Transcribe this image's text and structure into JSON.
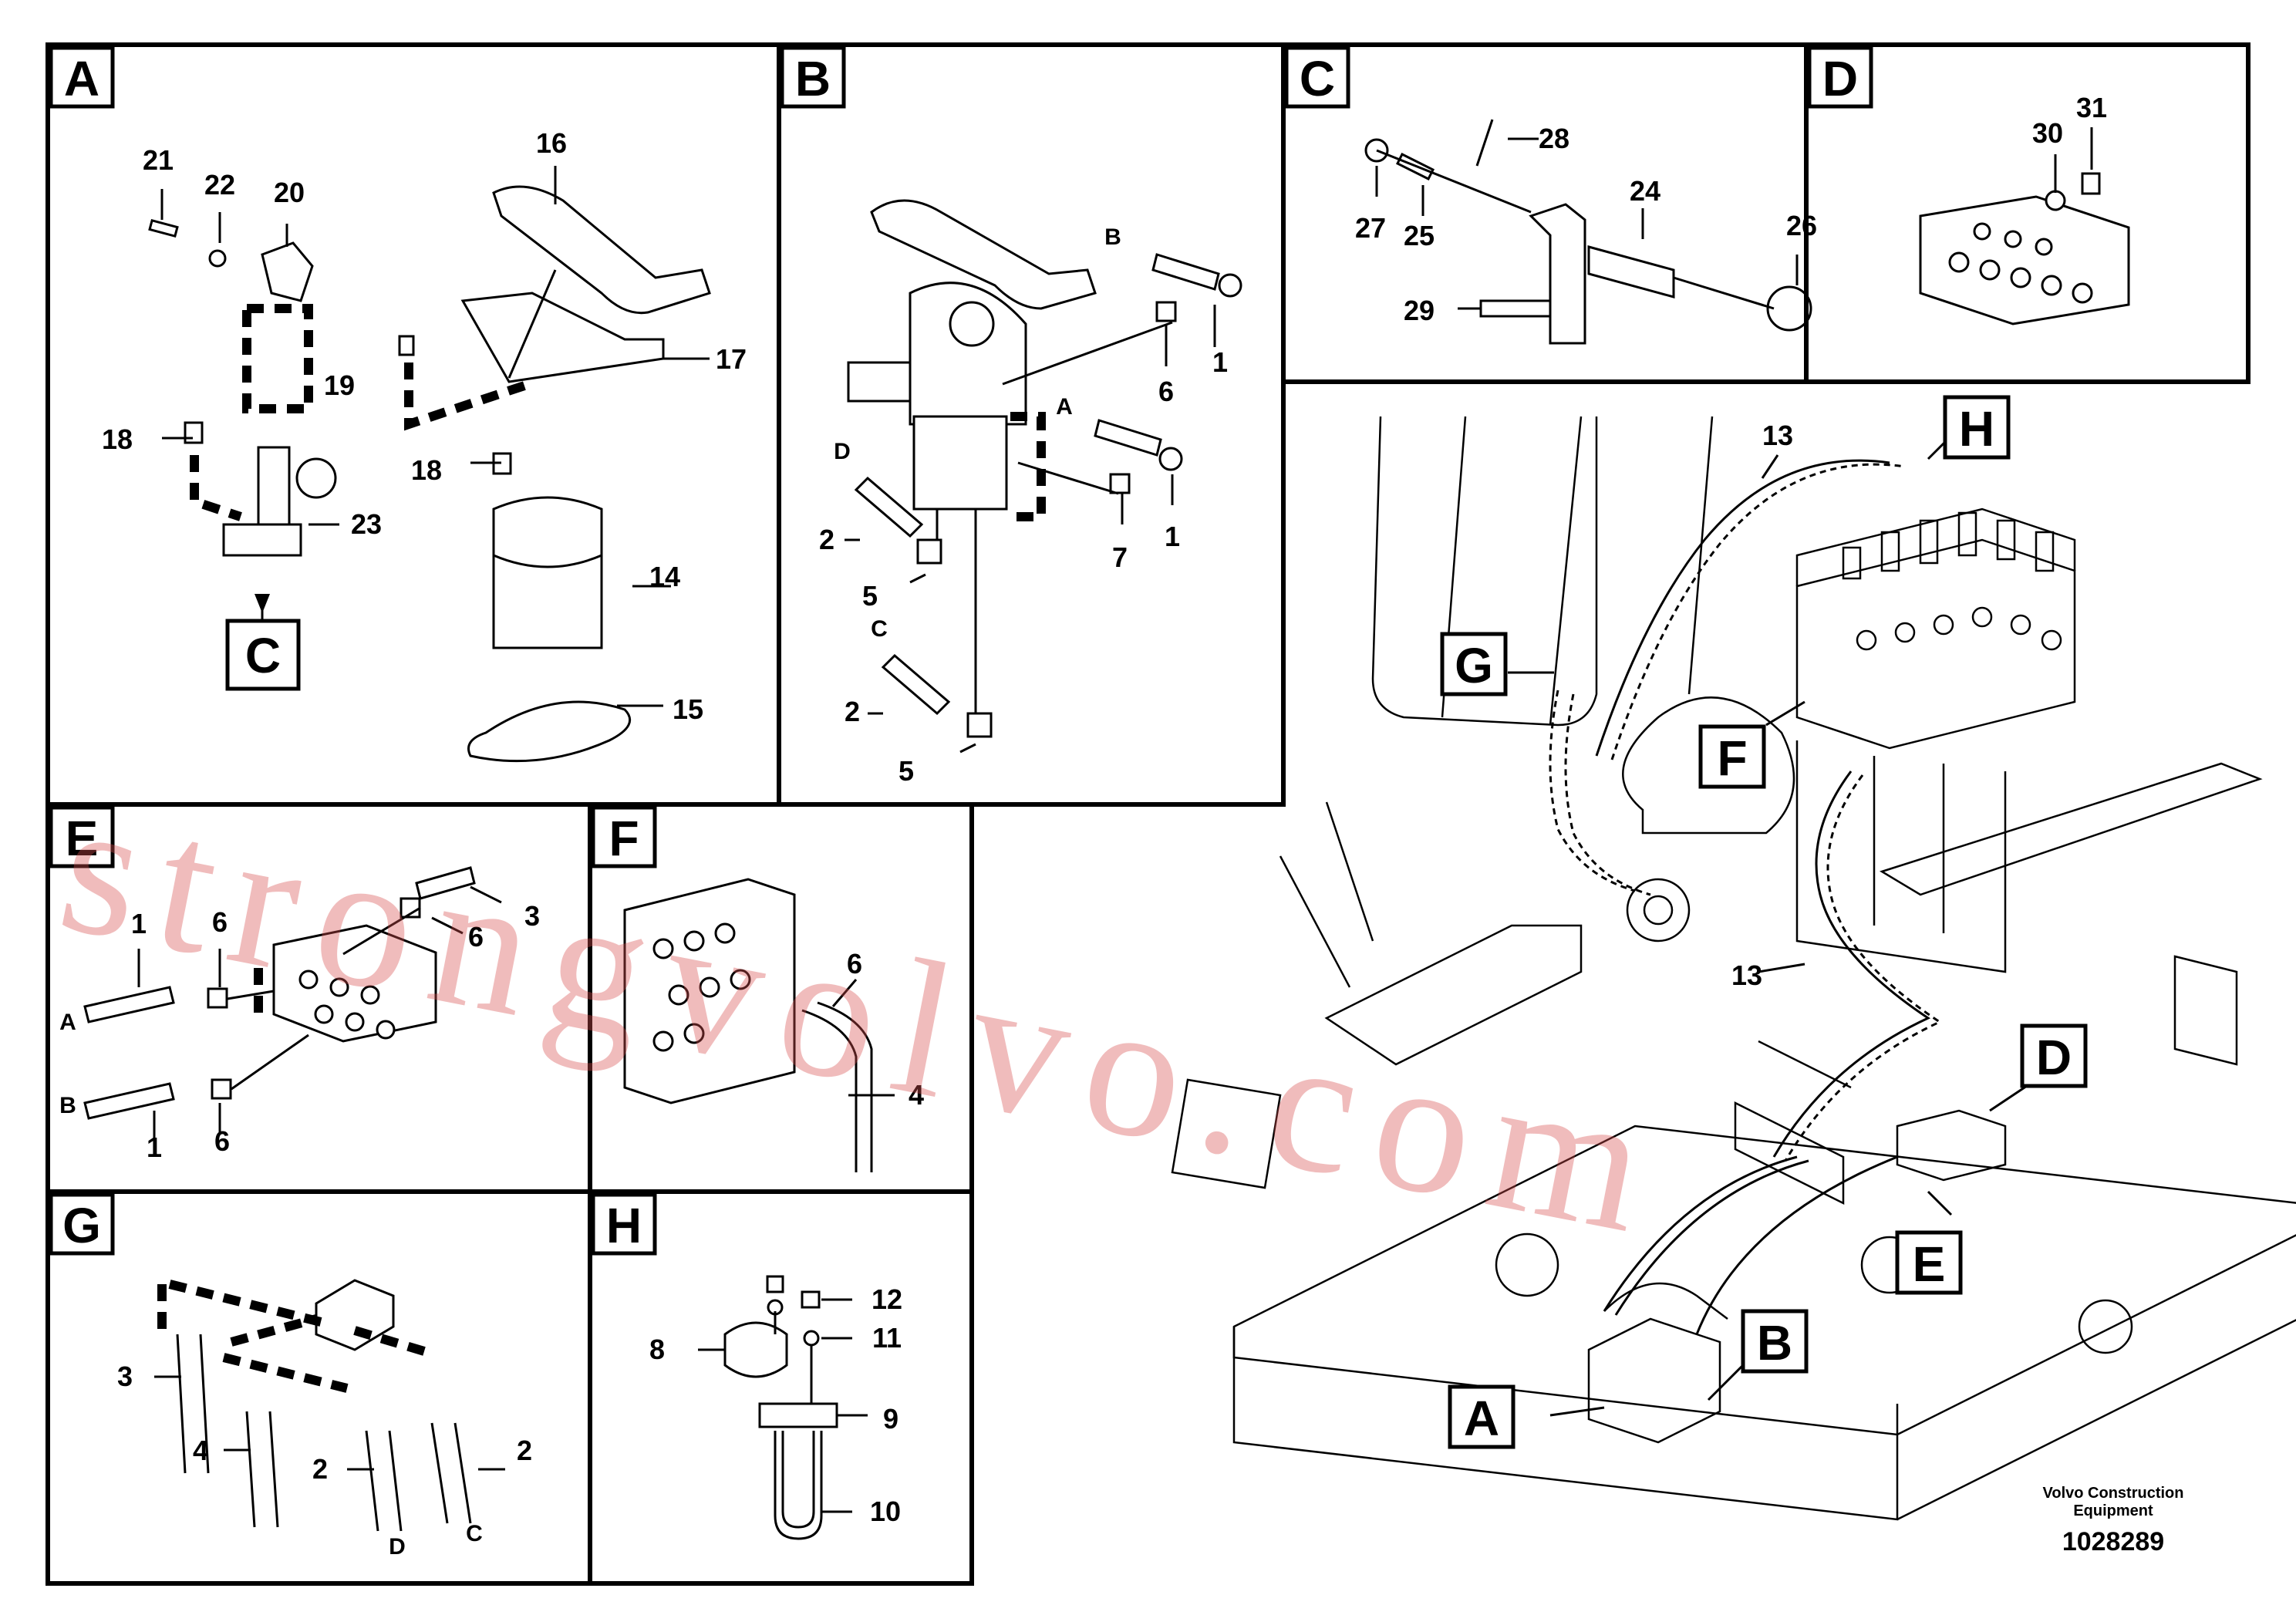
{
  "panels": {
    "A": {
      "letter": "A",
      "labels": {
        "l21": "21",
        "l22": "22",
        "l20": "20",
        "l16": "16",
        "l17": "17",
        "l19": "19",
        "l18a": "18",
        "l18b": "18",
        "l23": "23",
        "l14": "14",
        "l15": "15"
      },
      "ref": "C"
    },
    "B": {
      "letter": "B",
      "labels": {
        "l1a": "1",
        "l1b": "1",
        "l6": "6",
        "l7": "7",
        "l2a": "2",
        "l2b": "2",
        "l5a": "5",
        "l5b": "5"
      },
      "refs": {
        "rB": "B",
        "rA": "A",
        "rD": "D",
        "rC": "C"
      }
    },
    "C": {
      "letter": "C",
      "labels": {
        "l27": "27",
        "l25": "25",
        "l28": "28",
        "l24": "24",
        "l26": "26",
        "l29": "29"
      }
    },
    "D": {
      "letter": "D",
      "labels": {
        "l30": "30",
        "l31": "31"
      }
    },
    "E": {
      "letter": "E",
      "labels": {
        "l6a": "6",
        "l6b": "6",
        "l6c": "6",
        "l3": "3",
        "l1a": "1",
        "l1b": "1"
      },
      "refs": {
        "rA": "A",
        "rB": "B"
      }
    },
    "F": {
      "letter": "F",
      "labels": {
        "l6": "6",
        "l4": "4"
      }
    },
    "G": {
      "letter": "G",
      "labels": {
        "l3": "3",
        "l4": "4",
        "l2a": "2",
        "l2b": "2"
      },
      "refs": {
        "rD": "D",
        "rC": "C"
      }
    },
    "H": {
      "letter": "H",
      "labels": {
        "l12": "12",
        "l11": "11",
        "l8": "8",
        "l9": "9",
        "l10": "10"
      }
    }
  },
  "overview": {
    "tags": {
      "H": "H",
      "G": "G",
      "F": "F",
      "D": "D",
      "E": "E",
      "B": "B",
      "A": "A"
    },
    "labels": {
      "l13a": "13",
      "l13b": "13"
    }
  },
  "credit": {
    "line1": "Volvo Construction",
    "line2": "Equipment"
  },
  "doc_number": "1028289",
  "watermark": "strongvolvo.com"
}
